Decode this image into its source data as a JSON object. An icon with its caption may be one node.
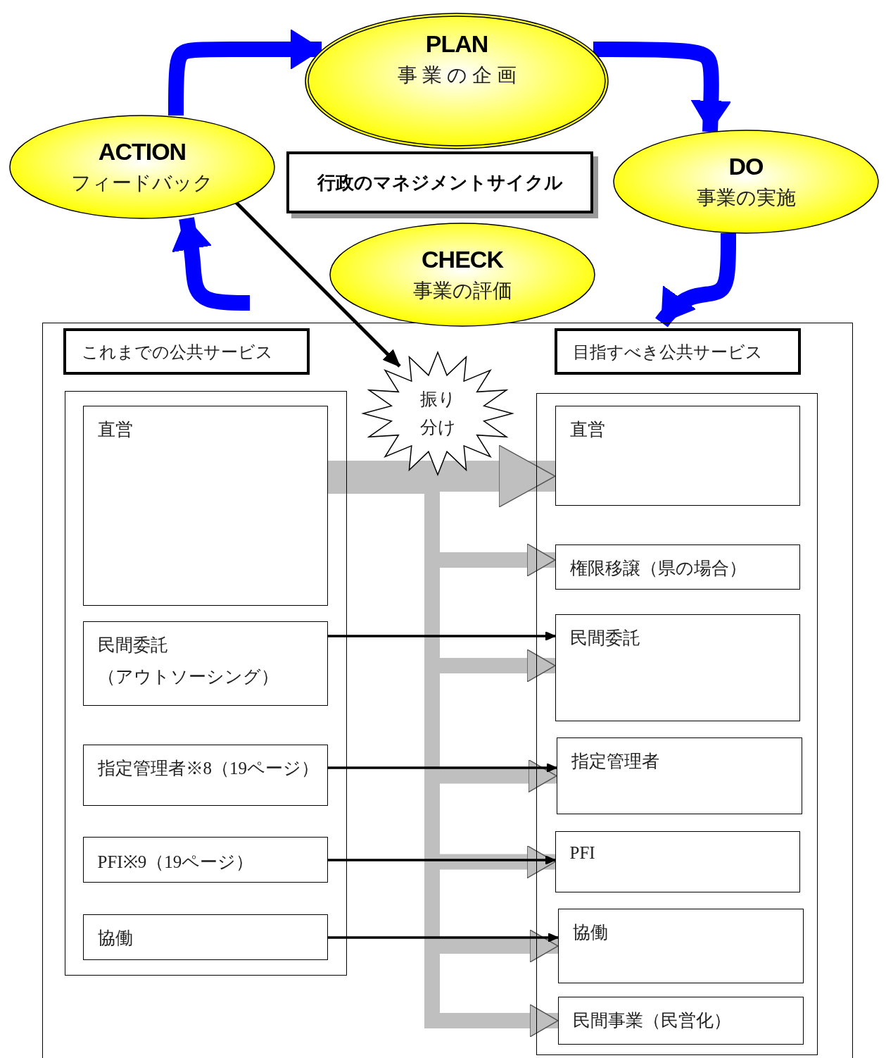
{
  "diagram": {
    "nodes": [
      {
        "text": [
          "PLAN",
          "事 業 の 企 画"
        ]
      },
      {
        "text": [
          "DO",
          "事業の実施"
        ]
      },
      {
        "text": [
          "CHECK",
          "事業の評価"
        ]
      },
      {
        "text": [
          "ACTION",
          "フィードバック"
        ]
      },
      {
        "text": [
          "行政のマネジメントサイクル"
        ]
      },
      {
        "text": [],
        "shape": "box"
      },
      {
        "text": [
          "これまでの公共サービス"
        ],
        "in": 5
      },
      {
        "text": [
          "目指すべき公共サービス"
        ],
        "in": 5
      },
      {
        "text": [],
        "shape": "box",
        "in": 5
      },
      {
        "text": [
          "直営"
        ],
        "in": 8
      },
      {
        "text": [
          "民間委託",
          "（アウトソーシング）"
        ],
        "in": 8
      },
      {
        "text": [
          "指定管理者※8（19ページ）"
        ],
        "in": 8
      },
      {
        "text": [
          "PFI※9（19ページ）"
        ],
        "in": 8
      },
      {
        "text": [
          "協働"
        ],
        "in": 8
      },
      {
        "text": [
          "振り分け"
        ],
        "in": 5
      },
      {
        "text": [],
        "shape": "box",
        "in": 5
      },
      {
        "text": [
          "直営"
        ],
        "in": 15
      },
      {
        "text": [
          "権限移譲（県の場合）"
        ],
        "in": 15
      },
      {
        "text": [
          "民間委託"
        ],
        "in": 15
      },
      {
        "text": [
          "指定管理者"
        ],
        "in": 15
      },
      {
        "text": [
          "PFI"
        ],
        "in": 15
      },
      {
        "text": [
          "協働"
        ],
        "in": 15
      },
      {
        "text": [
          "民間事業（民営化）"
        ],
        "in": 15
      }
    ],
    "edges": [
      {
        "from": 3,
        "to": 0,
        "arrow": "to",
        "color": "#0000ff"
      },
      {
        "from": 0,
        "to": 1,
        "arrow": "to",
        "color": "#0000ff"
      },
      {
        "from": 1,
        "to": 5,
        "arrow": "to",
        "color": "#0000ff"
      },
      {
        "from": 5,
        "to": 3,
        "arrow": "to",
        "color": "#0000ff"
      },
      {
        "from": 3,
        "to": 14,
        "arrow": "to",
        "color": "#000000"
      },
      {
        "from": 9,
        "to": 16,
        "arrow": "to",
        "style": "thick",
        "color": "#bfbfbf"
      },
      {
        "from": 9,
        "to": 17,
        "arrow": "to",
        "color": "#bfbfbf"
      },
      {
        "from": 9,
        "to": 18,
        "arrow": "to",
        "color": "#bfbfbf"
      },
      {
        "from": 9,
        "to": 19,
        "arrow": "to",
        "color": "#bfbfbf"
      },
      {
        "from": 9,
        "to": 20,
        "arrow": "to",
        "color": "#bfbfbf"
      },
      {
        "from": 9,
        "to": 21,
        "arrow": "to",
        "color": "#bfbfbf"
      },
      {
        "from": 9,
        "to": 22,
        "arrow": "to",
        "color": "#bfbfbf"
      },
      {
        "from": 10,
        "to": 18,
        "arrow": "to",
        "color": "#000000"
      },
      {
        "from": 11,
        "to": 19,
        "arrow": "to",
        "color": "#000000"
      },
      {
        "from": 12,
        "to": 20,
        "arrow": "to",
        "color": "#000000"
      },
      {
        "from": 13,
        "to": 21,
        "arrow": "to",
        "color": "#000000"
      }
    ]
  }
}
